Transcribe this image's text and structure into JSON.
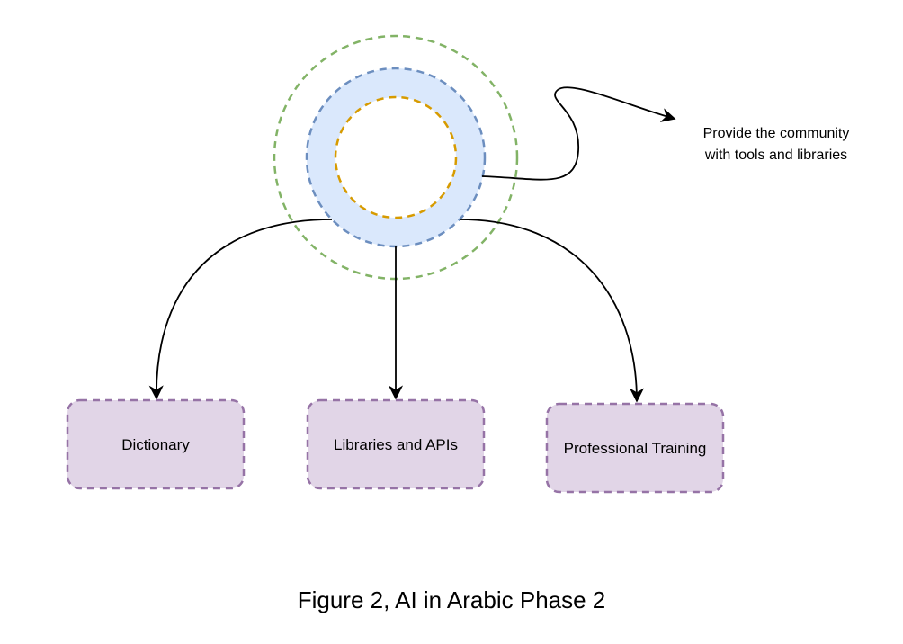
{
  "diagram": {
    "annotation": {
      "line1": "Provide the community",
      "line2": "with tools and libraries"
    },
    "nodes": [
      {
        "id": "dictionary",
        "label": "Dictionary"
      },
      {
        "id": "libraries",
        "label": "Libraries and APIs"
      },
      {
        "id": "training",
        "label": "Professional Training"
      }
    ],
    "colors": {
      "outer_ring": "#82b366",
      "middle_ring_stroke": "#6c8ebf",
      "middle_ring_fill": "#dae8fc",
      "inner_ring": "#d79b00",
      "box_fill": "#e1d5e7",
      "box_stroke": "#9673a6",
      "arrow": "#000000"
    }
  },
  "caption": "Figure 2, AI in Arabic Phase 2"
}
